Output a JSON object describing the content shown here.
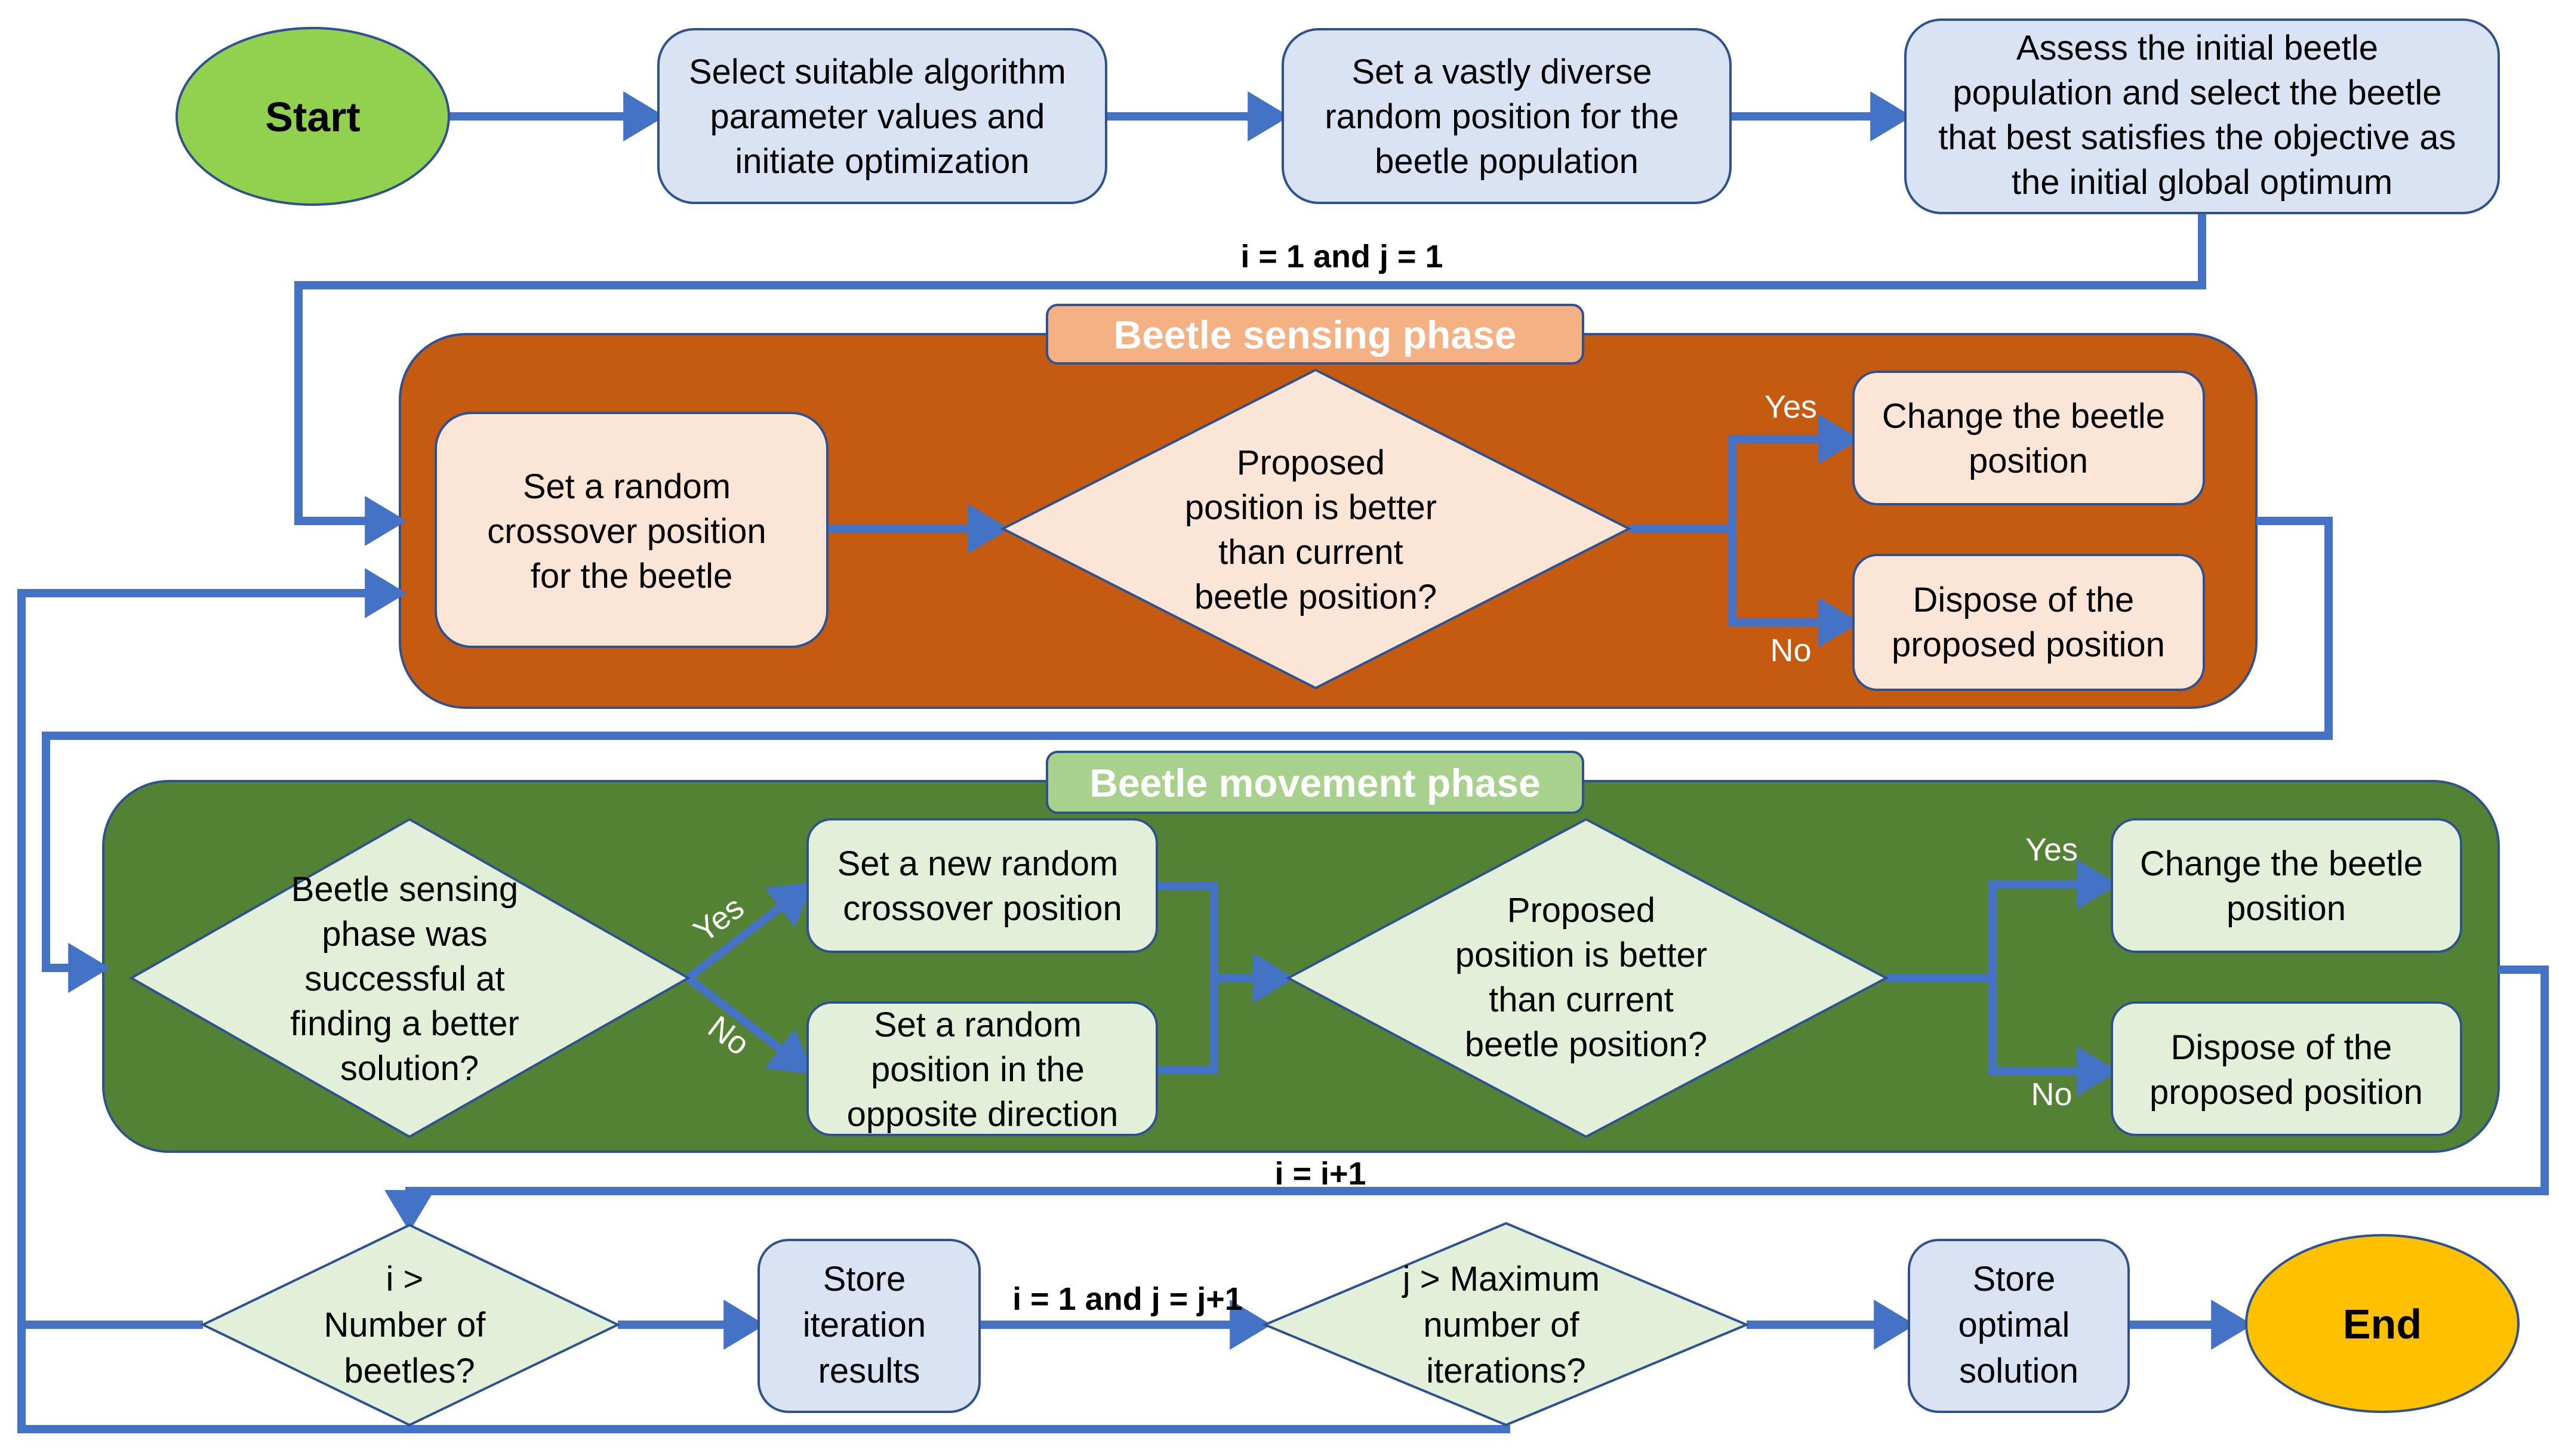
{
  "title": "Beetle optimization algorithm flowchart",
  "colors": {
    "connector": "#4472C4",
    "start_fill": "#92D050",
    "end_fill": "#FFC000",
    "process_fill": "#DAE3F3",
    "sensing_panel": "#C55A11",
    "sensing_header": "#F4B183",
    "sensing_node": "#FBE5D6",
    "movement_panel": "#548235",
    "movement_header": "#A9D18E",
    "movement_node": "#E2F0D9"
  },
  "nodes": {
    "start": "Start",
    "init_params": [
      "Select suitable algorithm",
      "parameter values and",
      "initiate optimization"
    ],
    "random_population": [
      "Set a vastly diverse",
      "random position for the",
      "beetle population"
    ],
    "assess_population": [
      "Assess the initial beetle",
      "population and select the beetle",
      "that best satisfies the objective as",
      "the initial global optimum"
    ],
    "sensing_crossover": [
      "Set a random",
      "crossover position",
      "for the beetle"
    ],
    "sensing_decision": [
      "Proposed",
      "position is better",
      "than current",
      "beetle position?"
    ],
    "sensing_change": [
      "Change the beetle",
      "position"
    ],
    "sensing_dispose": [
      "Dispose of the",
      "proposed position"
    ],
    "movement_decision": [
      "Beetle sensing",
      "phase was",
      "successful at",
      "finding a better",
      "solution?"
    ],
    "movement_new_crossover": [
      "Set a new random",
      "crossover position"
    ],
    "movement_opposite": [
      "Set a random",
      "position in the",
      "opposite direction"
    ],
    "movement_compare": [
      "Proposed",
      "position is better",
      "than current",
      "beetle position?"
    ],
    "movement_change": [
      "Change the beetle",
      "position"
    ],
    "movement_dispose": [
      "Dispose of the",
      "proposed position"
    ],
    "beetle_check": [
      "i >",
      "Number of",
      "beetles?"
    ],
    "store_iteration": [
      "Store",
      "iteration",
      "results"
    ],
    "iteration_check": [
      "j > Maximum",
      "number of",
      "iterations?"
    ],
    "store_optimal": [
      "Store",
      "optimal",
      "solution"
    ],
    "end": "End"
  },
  "phases": {
    "sensing": "Beetle sensing phase",
    "movement": "Beetle movement phase"
  },
  "edge_labels": {
    "init_counters": "i = 1 and j = 1",
    "increment_i": "i = i+1",
    "next_iteration": "i = 1 and j = j+1",
    "sensing_yes": "Yes",
    "sensing_no": "No",
    "movement_yes": "Yes",
    "movement_no": "No",
    "compare_yes": "Yes",
    "compare_no": "No"
  }
}
